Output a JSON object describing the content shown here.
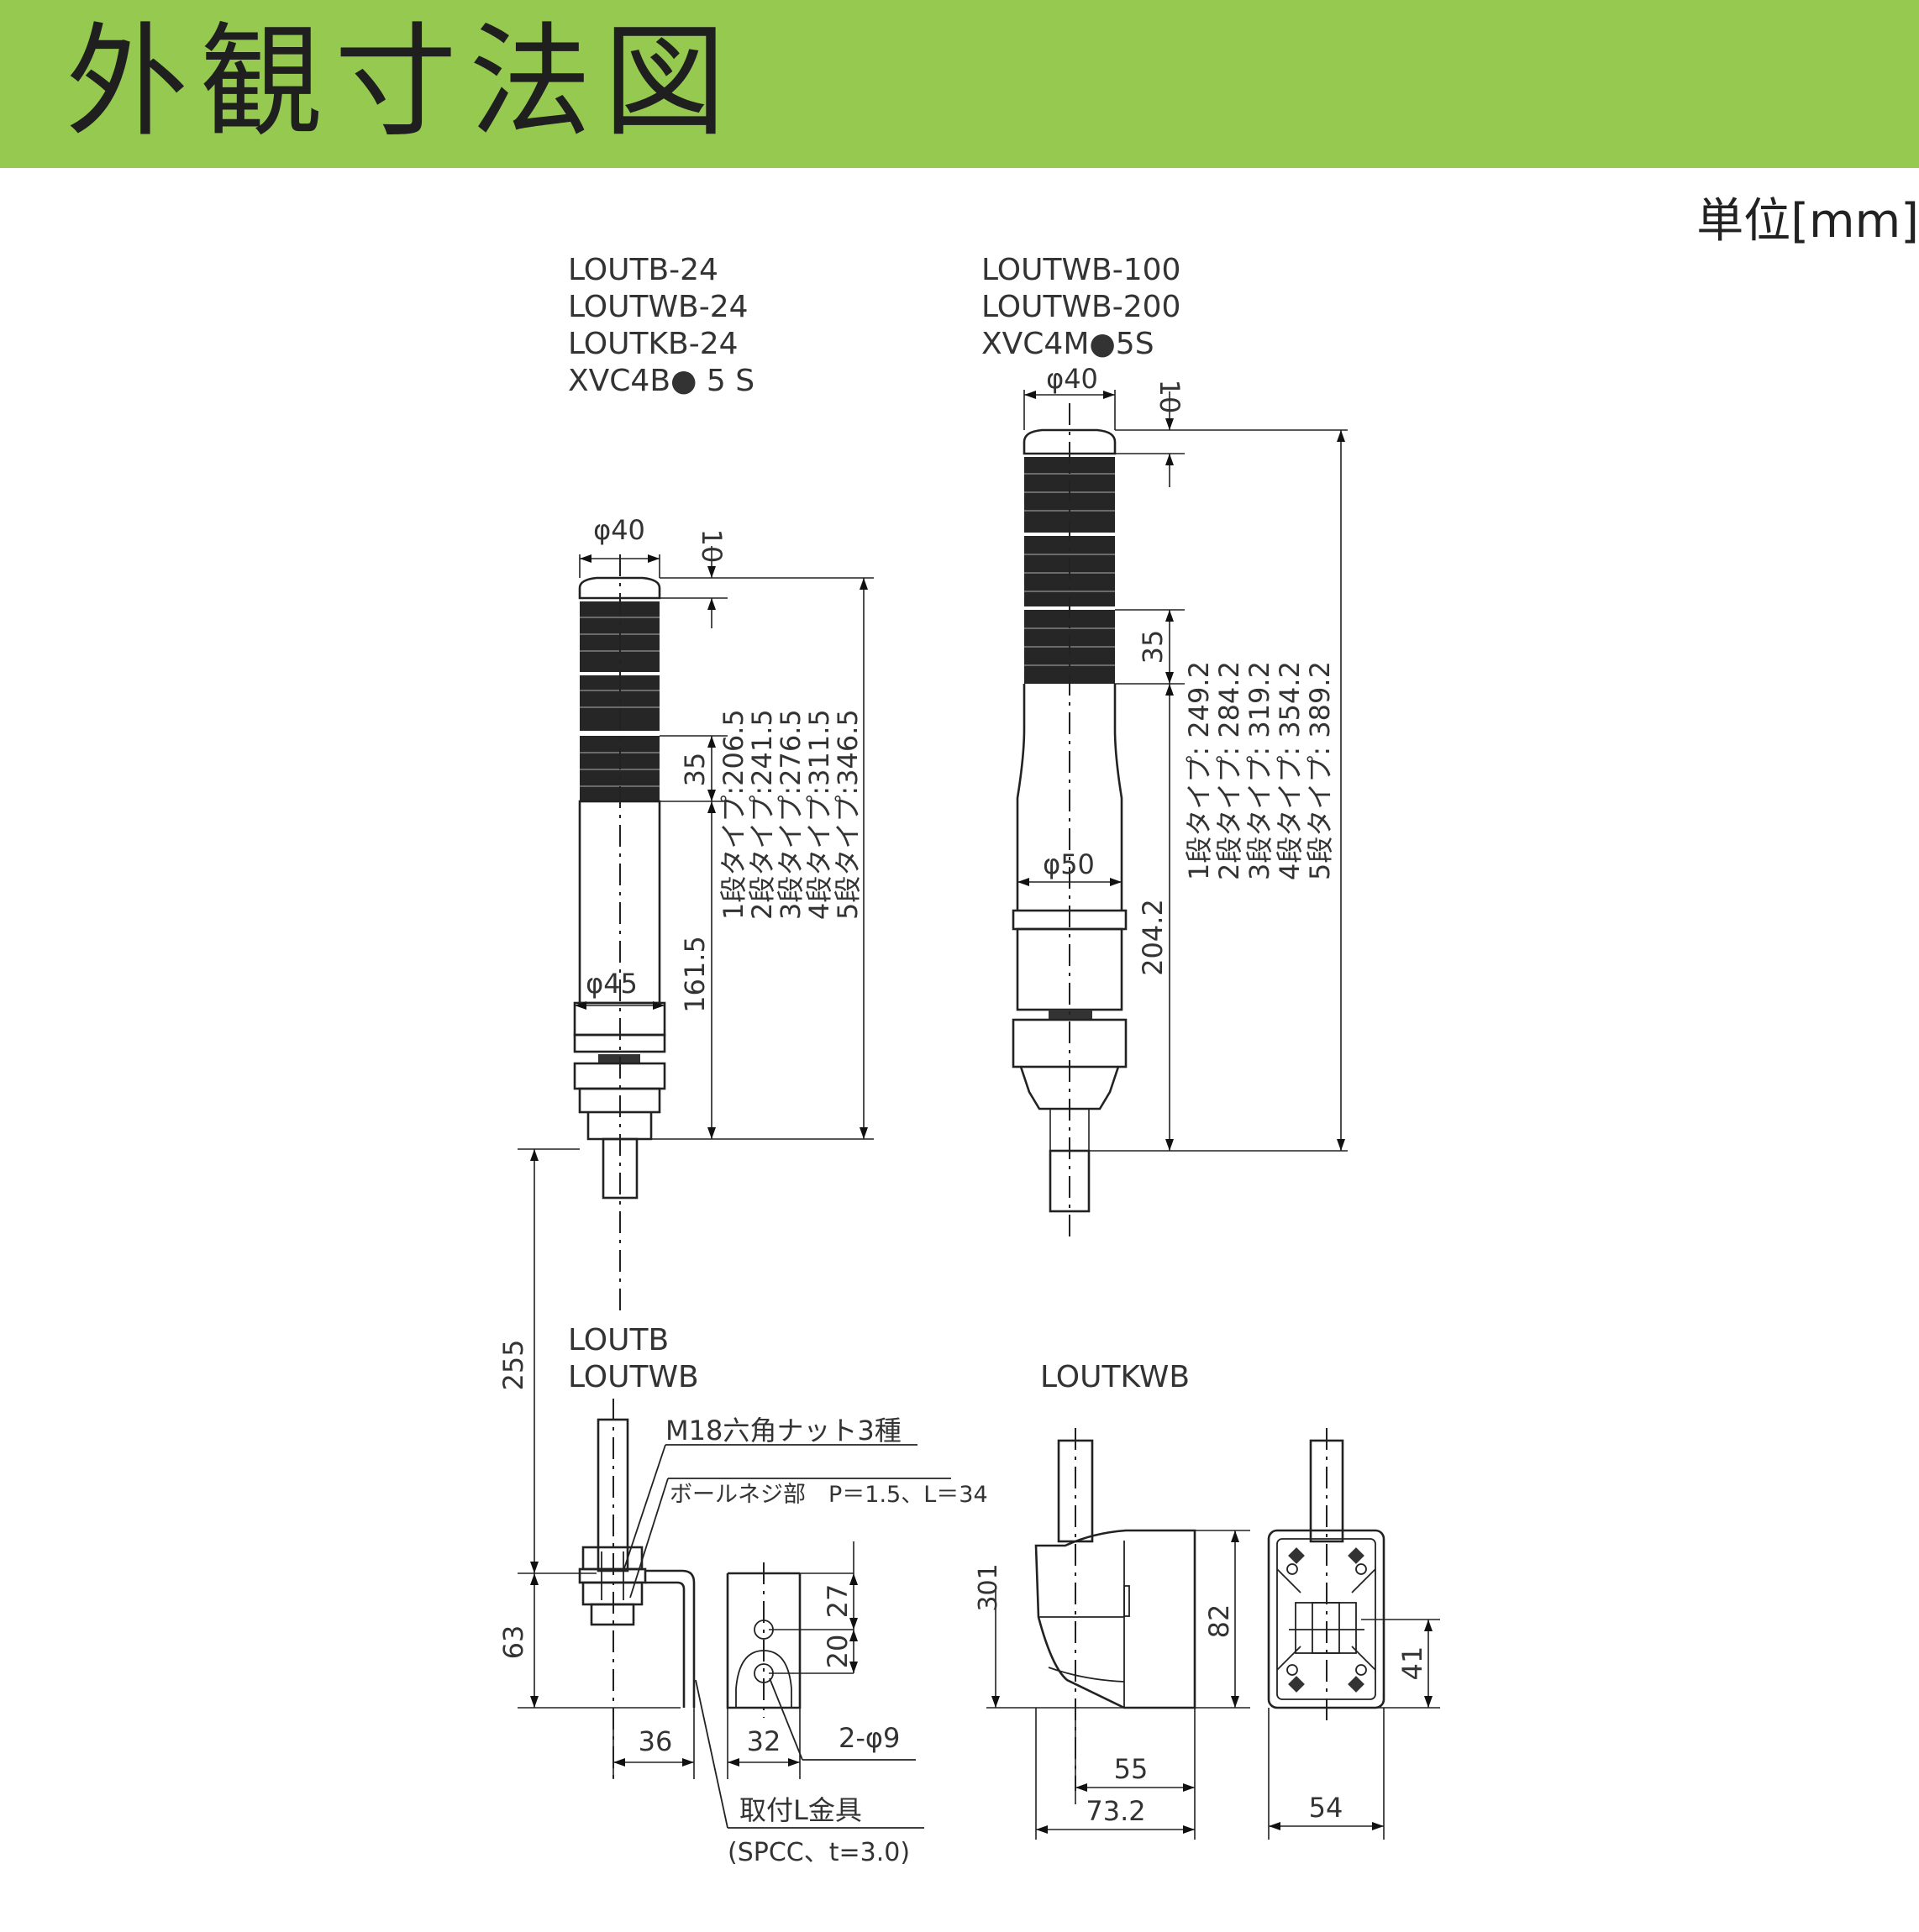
{
  "header": {
    "title": "外観寸法図",
    "bg_color": "#95c94f"
  },
  "unit_label": "単位[mm]",
  "left_unit": {
    "models": [
      "LOUTB-24",
      "LOUTWB-24",
      "LOUTKB-24",
      "XVC4B● 5 S"
    ],
    "dims": {
      "top_dia": "φ40",
      "cap": "10",
      "tier": "35",
      "body_dia": "φ45",
      "body_h": "161.5"
    },
    "heights": [
      "1段タイプ:206.5",
      "2段タイプ:241.5",
      "3段タイプ:276.5",
      "4段タイプ:311.5",
      "5段タイプ:346.5"
    ]
  },
  "right_unit": {
    "models": [
      "LOUTWB-100",
      "LOUTWB-200",
      "XVC4M●5S"
    ],
    "dims": {
      "top_dia": "φ40",
      "cap": "10",
      "tier": "35",
      "body_dia": "φ50",
      "body_h": "204.2"
    },
    "heights": [
      "1段タイプ: 249.2",
      "2段タイプ: 284.2",
      "3段タイプ: 319.2",
      "4段タイプ: 354.2",
      "5段タイプ: 389.2"
    ]
  },
  "mount_b": {
    "models": [
      "LOUTB",
      "LOUTWB"
    ],
    "nut_note": "M18六角ナット3種",
    "thread_note": "ボールネジ部　P＝1.5、L＝34",
    "dims": {
      "pole": "255",
      "bracket_h": "63",
      "offset": "36",
      "width": "32",
      "hole_top": "27",
      "hole_pitch": "20",
      "holes": "2-φ9"
    },
    "bracket_note": "取付L金具",
    "bracket_spec": "(SPCC、t=3.0)"
  },
  "mount_kwb": {
    "model": "LOUTKWB",
    "dims": {
      "total": "301",
      "height": "82",
      "depth": "55",
      "overall_depth": "73.2",
      "hole_pitch": "41",
      "width": "54"
    }
  }
}
